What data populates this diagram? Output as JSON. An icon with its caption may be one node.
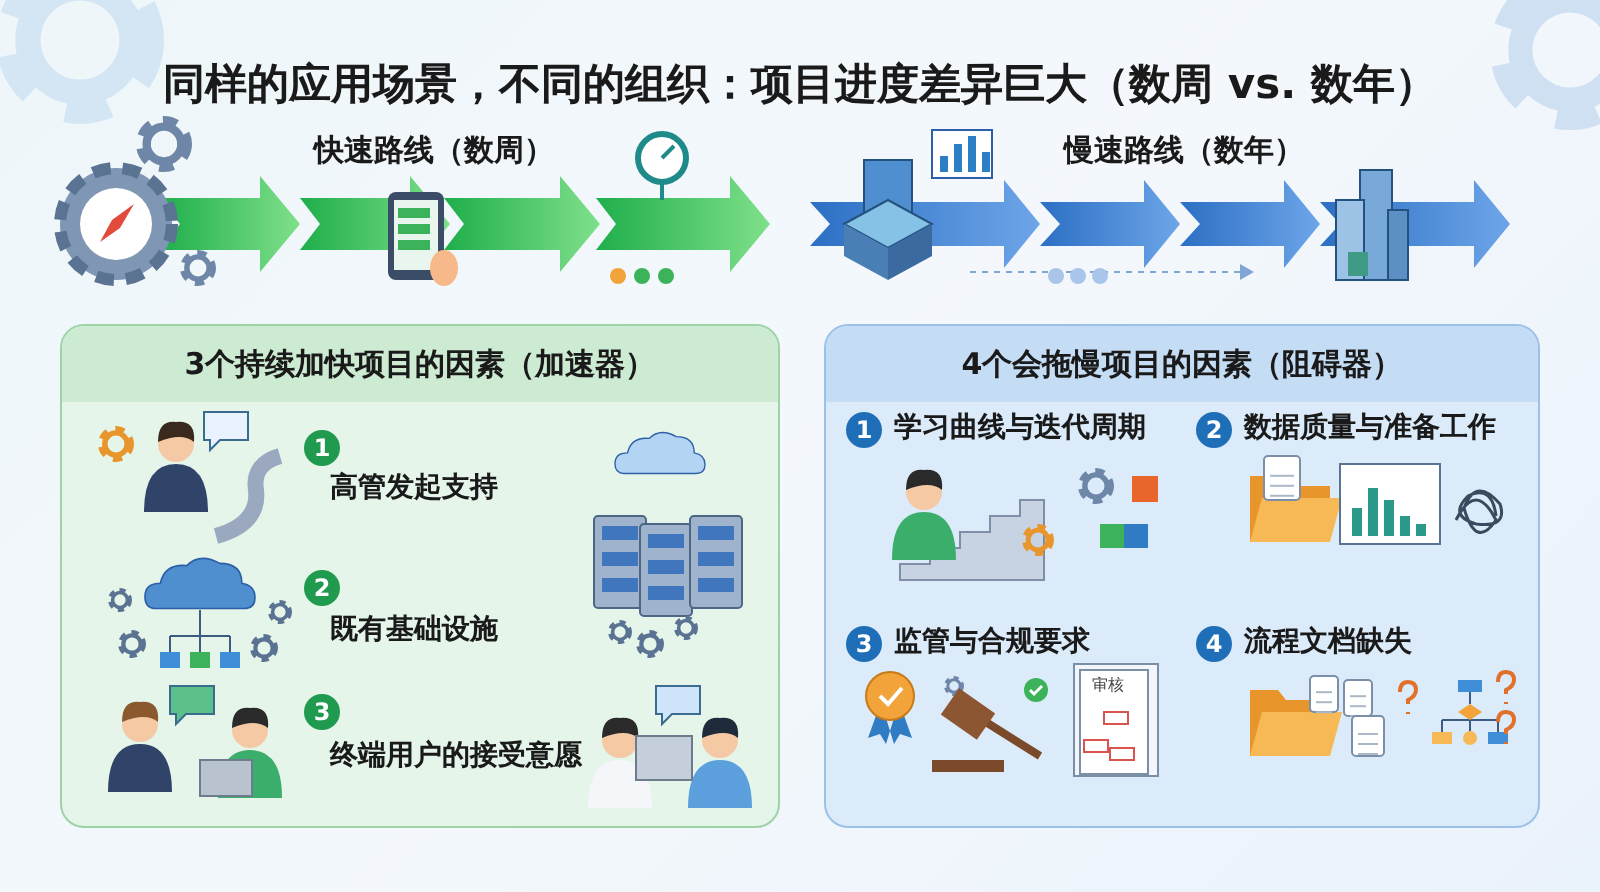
{
  "diagram": {
    "title": "同样的应用场景，不同的组织：项目进度差异巨大（数周 vs. 数年）",
    "nodes": [
      {
        "text": [
          "3个持续加快项目的因素（加速器）"
        ]
      },
      {
        "text": [
          "4个会拖慢项目的因素（阻碍器）"
        ]
      }
    ],
    "labels": [
      "快速路线（数周）",
      "慢速路线（数年）",
      "1",
      "高管发起支持",
      "2",
      "既有基础设施",
      "3",
      "终端用户的接受意愿",
      "1",
      "学习曲线与迭代周期",
      "2",
      "数据质量与准备工作",
      "3",
      "监管与合规要求",
      "4",
      "流程文档缺失",
      "审核"
    ]
  }
}
